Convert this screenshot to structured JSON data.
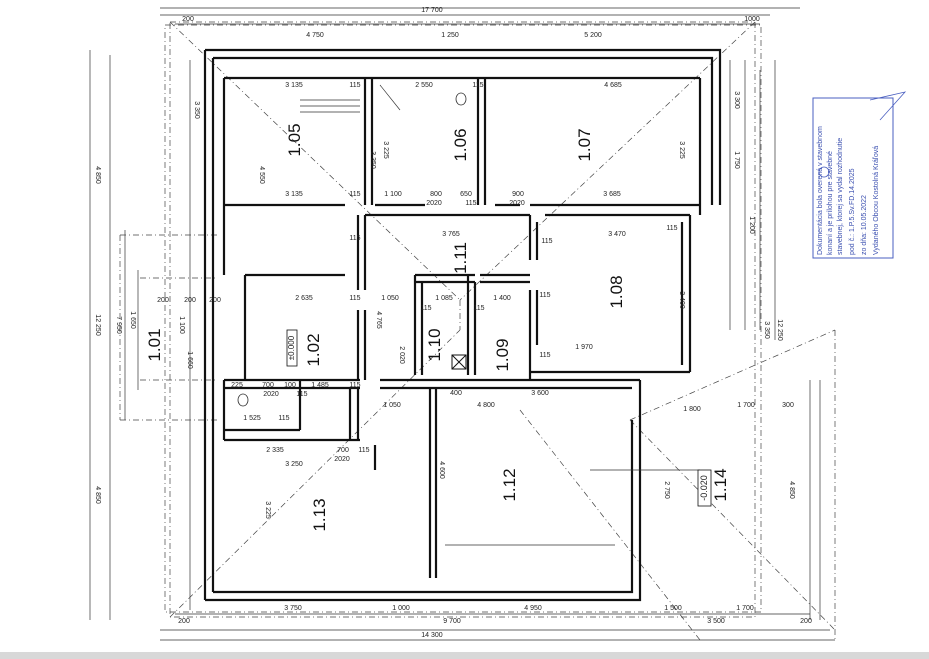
{
  "rooms": {
    "r105": "1.05",
    "r106": "1.06",
    "r107": "1.07",
    "r111": "1.11",
    "r108": "1.08",
    "r101": "1.01",
    "r102": "1.02",
    "r110": "1.10",
    "r109": "1.09",
    "r112": "1.12",
    "r113": "1.13",
    "r114": "1.14"
  },
  "levels": {
    "l102": "±0.000",
    "l114": "-0.020"
  },
  "dimensions": {
    "top_total": "17 700",
    "top_left": "200",
    "top_right": "1000",
    "top1": "4 750",
    "top2": "1 250",
    "top3": "5 200",
    "t105w": "3 135",
    "t115a": "115",
    "t106w": "2 550",
    "t115b": "115",
    "t107w": "4 685",
    "m105w": "3 135",
    "m115": "115",
    "m1100": "1 100",
    "m800": "800",
    "m650": "650",
    "m900": "900",
    "m3685": "3 685",
    "d2020a": "2020",
    "d115c": "115",
    "d2020b": "2020",
    "c115a": "115",
    "c3765": "3 765",
    "c115b": "115",
    "c3470": "3 470",
    "c115c": "115",
    "c2635": "2 635",
    "c115d": "115",
    "c1050": "1 050",
    "c1085": "1 085",
    "c115e": "115",
    "c1400": "1 400",
    "c115f": "115",
    "c115g": "115",
    "c115h": "115",
    "c1970": "1 970",
    "c225": "225",
    "c700": "700",
    "c100": "100",
    "c1485": "1 485",
    "c115i": "115",
    "c2020c": "2020",
    "c115j": "115",
    "c1525": "1 525",
    "c115k": "115",
    "c1050b": "1 050",
    "c400": "400",
    "c4800": "4 800",
    "c3600": "3 600",
    "c1800": "1 800",
    "c1700": "1 700",
    "c300": "300",
    "c2335": "2 335",
    "c700b": "700",
    "c115l": "115",
    "c2020d": "2020",
    "c3250": "3 250",
    "b3750": "3 750",
    "b1000": "1 000",
    "b4950": "4 950",
    "b1500": "1 500",
    "b1700": "1 700",
    "b200a": "200",
    "b9700": "9 700",
    "b3500": "3 500",
    "b200b": "200",
    "b_total": "14 300",
    "l_200a": "200",
    "l_200b": "200",
    "l_200c": "200",
    "v4850a": "4 850",
    "v12250": "12 250",
    "v4850b": "4 850",
    "v3225a": "3 225",
    "v3350a": "3 350",
    "v4550": "4 550",
    "v3350b": "3 350",
    "v3225b": "3 225",
    "v2020": "2 020",
    "v3400": "3 400",
    "v4765": "4 765",
    "v4600": "4 600",
    "v2750": "2 750",
    "v3225c": "3 225",
    "v3300": "3 300",
    "v1750": "1 750",
    "v1200": "1 200",
    "v4850r": "4 850",
    "v3350r": "3 350",
    "v12250r": "12 250",
    "v1650": "1 650",
    "v1100": "1 100",
    "v7950": "7 950",
    "v1660": "1 660"
  },
  "stamp": {
    "lines": [
      "Dokumentácia bola overená v stavebnom",
      "konaní a je prílohou pre stavebné",
      "stavebnej, ktorej sa vydal rozhodnutie",
      "pod č.: 1.P.5.Sv.FD.14.2025",
      "zo dňa: 10.05.2022",
      "Vydaného Obcou Kostolná Kráľová"
    ]
  }
}
